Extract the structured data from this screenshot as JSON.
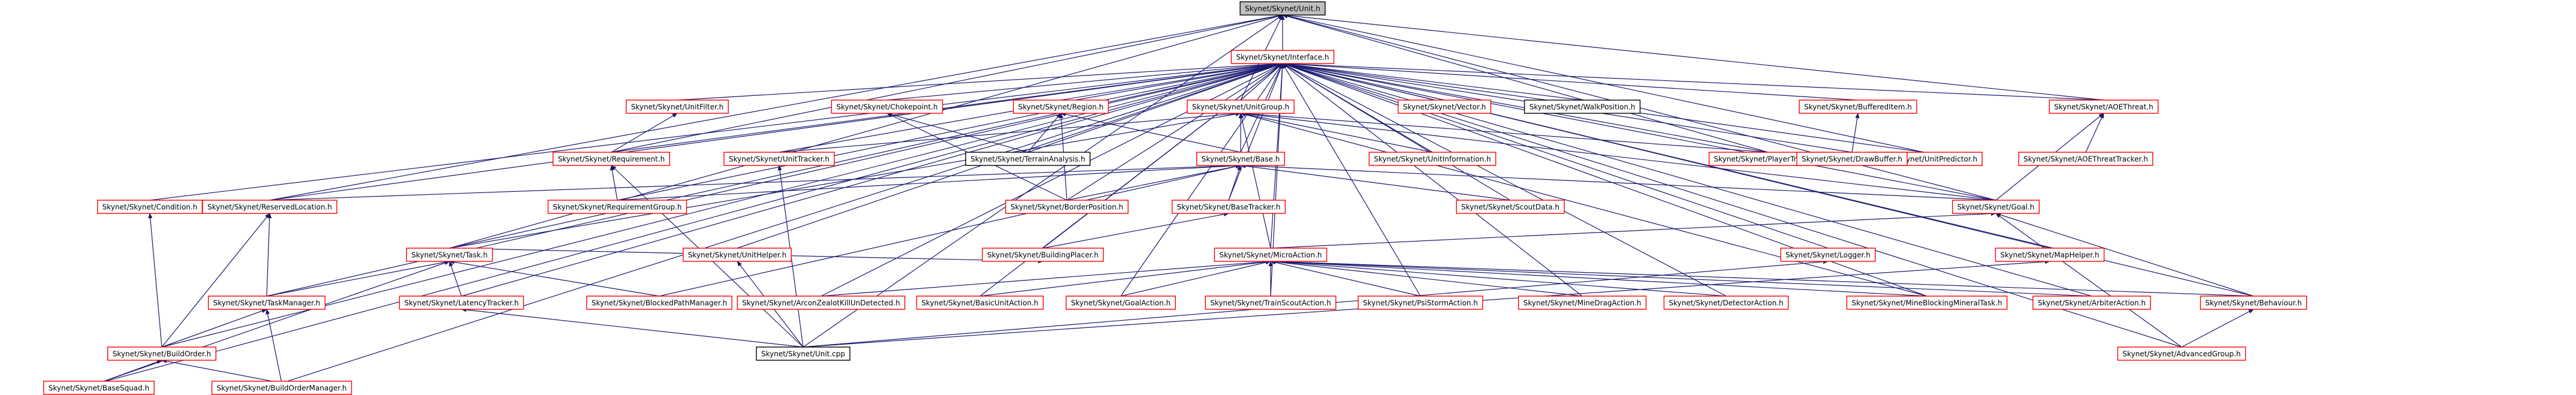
{
  "palette": {
    "edge": "#191970",
    "root_fill": "#bfbfbf",
    "root_stroke": "#000000",
    "linked_stroke": "#ff0000",
    "plain_stroke": "#000000",
    "fill": "#ffffff"
  },
  "nodes": [
    {
      "id": "unit",
      "label": "Skynet/Skynet/Unit.h",
      "kind": "root"
    },
    {
      "id": "interface",
      "label": "Skynet/Skynet/Interface.h",
      "kind": "linked"
    },
    {
      "id": "unitfilter",
      "label": "Skynet/Skynet/UnitFilter.h",
      "kind": "linked"
    },
    {
      "id": "chokepoint",
      "label": "Skynet/Skynet/Chokepoint.h",
      "kind": "linked"
    },
    {
      "id": "region",
      "label": "Skynet/Skynet/Region.h",
      "kind": "linked"
    },
    {
      "id": "unitgroup",
      "label": "Skynet/Skynet/UnitGroup.h",
      "kind": "linked"
    },
    {
      "id": "vector",
      "label": "Skynet/Skynet/Vector.h",
      "kind": "linked"
    },
    {
      "id": "walkposition",
      "label": "Skynet/Skynet/WalkPosition.h",
      "kind": "plain"
    },
    {
      "id": "buffereditem",
      "label": "Skynet/Skynet/BufferedItem.h",
      "kind": "linked"
    },
    {
      "id": "aoethreat",
      "label": "Skynet/Skynet/AOEThreat.h",
      "kind": "linked"
    },
    {
      "id": "requirement",
      "label": "Skynet/Skynet/Requirement.h",
      "kind": "linked"
    },
    {
      "id": "unittracker",
      "label": "Skynet/Skynet/UnitTracker.h",
      "kind": "linked"
    },
    {
      "id": "terrainanalysis",
      "label": "Skynet/Skynet/TerrainAnalysis.h",
      "kind": "plain"
    },
    {
      "id": "base",
      "label": "Skynet/Skynet/Base.h",
      "kind": "linked"
    },
    {
      "id": "unitinformation",
      "label": "Skynet/Skynet/UnitInformation.h",
      "kind": "linked"
    },
    {
      "id": "playertracker",
      "label": "Skynet/Skynet/PlayerTracker.h",
      "kind": "linked"
    },
    {
      "id": "unitpredictor",
      "label": "Skynet/Skynet/UnitPredictor.h",
      "kind": "linked"
    },
    {
      "id": "drawbuffer",
      "label": "Skynet/Skynet/DrawBuffer.h",
      "kind": "linked"
    },
    {
      "id": "aoethreattracker",
      "label": "Skynet/Skynet/AOEThreatTracker.h",
      "kind": "linked"
    },
    {
      "id": "condition",
      "label": "Skynet/Skynet/Condition.h",
      "kind": "linked"
    },
    {
      "id": "reservedlocation",
      "label": "Skynet/Skynet/ReservedLocation.h",
      "kind": "linked"
    },
    {
      "id": "requirementgroup",
      "label": "Skynet/Skynet/RequirementGroup.h",
      "kind": "linked"
    },
    {
      "id": "borderposition",
      "label": "Skynet/Skynet/BorderPosition.h",
      "kind": "linked"
    },
    {
      "id": "basetracker",
      "label": "Skynet/Skynet/BaseTracker.h",
      "kind": "linked"
    },
    {
      "id": "scoutdata",
      "label": "Skynet/Skynet/ScoutData.h",
      "kind": "linked"
    },
    {
      "id": "goal",
      "label": "Skynet/Skynet/Goal.h",
      "kind": "linked"
    },
    {
      "id": "task",
      "label": "Skynet/Skynet/Task.h",
      "kind": "linked"
    },
    {
      "id": "unithelper",
      "label": "Skynet/Skynet/UnitHelper.h",
      "kind": "linked"
    },
    {
      "id": "buildingplacer",
      "label": "Skynet/Skynet/BuildingPlacer.h",
      "kind": "linked"
    },
    {
      "id": "microaction",
      "label": "Skynet/Skynet/MicroAction.h",
      "kind": "linked"
    },
    {
      "id": "logger",
      "label": "Skynet/Skynet/Logger.h",
      "kind": "linked"
    },
    {
      "id": "maphelper",
      "label": "Skynet/Skynet/MapHelper.h",
      "kind": "linked"
    },
    {
      "id": "taskmanager",
      "label": "Skynet/Skynet/TaskManager.h",
      "kind": "linked"
    },
    {
      "id": "latencytracker",
      "label": "Skynet/Skynet/LatencyTracker.h",
      "kind": "linked"
    },
    {
      "id": "blockedpathmanager",
      "label": "Skynet/Skynet/BlockedPathManager.h",
      "kind": "linked"
    },
    {
      "id": "arconzealot",
      "label": "Skynet/Skynet/ArconZealotKillUnDetected.h",
      "kind": "linked"
    },
    {
      "id": "basicunitaction",
      "label": "Skynet/Skynet/BasicUnitAction.h",
      "kind": "linked"
    },
    {
      "id": "goalaction",
      "label": "Skynet/Skynet/GoalAction.h",
      "kind": "linked"
    },
    {
      "id": "trainscoutaction",
      "label": "Skynet/Skynet/TrainScoutAction.h",
      "kind": "linked"
    },
    {
      "id": "psistormaction",
      "label": "Skynet/Skynet/PsiStormAction.h",
      "kind": "linked"
    },
    {
      "id": "minedragaction",
      "label": "Skynet/Skynet/MineDragAction.h",
      "kind": "linked"
    },
    {
      "id": "detectoraction",
      "label": "Skynet/Skynet/DetectorAction.h",
      "kind": "linked"
    },
    {
      "id": "mineblocking",
      "label": "Skynet/Skynet/MineBlockingMineralTask.h",
      "kind": "linked"
    },
    {
      "id": "arbiteraction",
      "label": "Skynet/Skynet/ArbiterAction.h",
      "kind": "linked"
    },
    {
      "id": "behaviour",
      "label": "Skynet/Skynet/Behaviour.h",
      "kind": "linked"
    },
    {
      "id": "buildorder",
      "label": "Skynet/Skynet/BuildOrder.h",
      "kind": "linked"
    },
    {
      "id": "unitcpp",
      "label": "Skynet/Skynet/Unit.cpp",
      "kind": "plain"
    },
    {
      "id": "advancedgroup",
      "label": "Skynet/Skynet/AdvancedGroup.h",
      "kind": "linked"
    },
    {
      "id": "basesquad",
      "label": "Skynet/Skynet/BaseSquad.h",
      "kind": "linked"
    },
    {
      "id": "buildordermanager",
      "label": "Skynet/Skynet/BuildOrderManager.h",
      "kind": "linked"
    }
  ]
}
